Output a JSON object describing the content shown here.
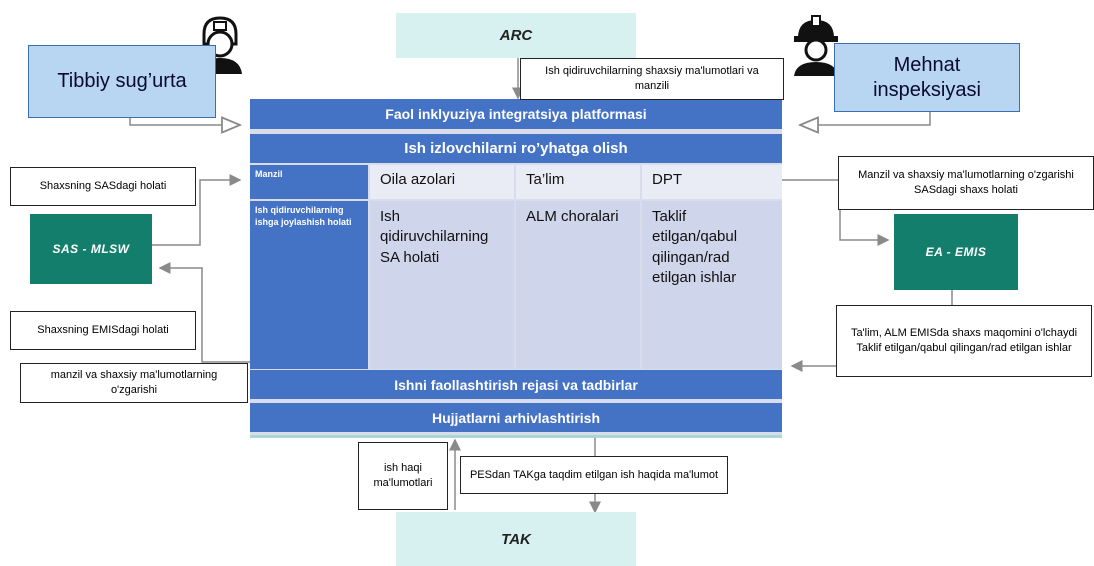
{
  "colors": {
    "platform_blue": "#4472c4",
    "teal_light": "#d6f1ef",
    "green_box": "#137e6b",
    "label_blue": "#b8d5f2",
    "row_light": "#e9ebf5",
    "row_mid": "#cfd5ea",
    "connector": "#a6a6a6"
  },
  "icons": {
    "nurse": "nurse-icon",
    "worker": "hard-hat-worker-icon"
  },
  "external": {
    "arc": "ARC",
    "tak": "TAK",
    "sas": "SAS - MLSW",
    "ea": "EA - EMIS",
    "health": "Tibbiy sug’urta",
    "labour": "Mehnat inspeksiyasi"
  },
  "platform": {
    "title": "Faol inklyuziya integratsiya platformasi",
    "registration": "Ish izlovchilarni ro’yhatga olish",
    "grid": {
      "row1": {
        "head": "Manzil",
        "c1": "Oila azolari",
        "c2": "Ta’lim",
        "c3": "DPT"
      },
      "row2": {
        "head": "Ish qidiruvchilarning ishga joylashish holati",
        "c1": "Ish qidiruvchilarning SA holati",
        "c2": "ALM choralari",
        "c3": "Taklif etilgan/qabul qilingan/rad etilgan ishlar"
      }
    },
    "plan": "Ishni faollashtirish rejasi va tadbirlar",
    "archive": "Hujjatlarni arhivlashtirish"
  },
  "notes": {
    "arc_data": "Ish qidiruvchilarning shaxsiy ma'lumotlari va manzili",
    "sas_status": "Shaxsning SASdagi holati",
    "emis_status": "Shaxsning EMISdagi holati",
    "address_change_left": "manzil va shaxsiy ma'lumotlarning o'zgarishi",
    "address_change_right": "Manzil va shaxsiy ma'lumotlarning o'zgarishi SASdagi shaxs holati",
    "education_alm": "Ta'lim, ALM EMISda shaxs maqomini o'lchaydi Taklif etilgan/qabul qilingan/rad etilgan ishlar",
    "salary": "ish haqi ma'lumotlari",
    "pes_tak": "PESdan TAKga taqdim etilgan ish haqida ma'lumot"
  }
}
